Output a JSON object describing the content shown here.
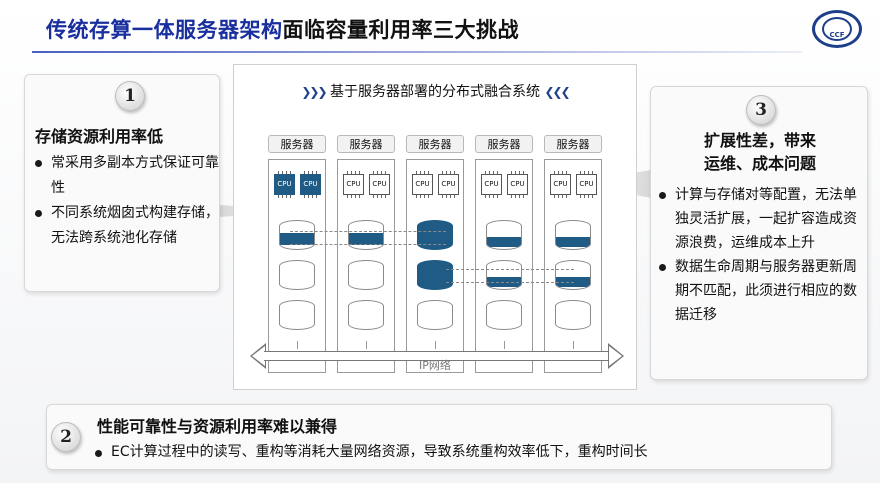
{
  "title": {
    "highlight": "传统存算一体服务器架构",
    "rest": "面临容量利用率三大挑战"
  },
  "logo": {
    "text": "CCF"
  },
  "diagram": {
    "title": "基于服务器部署的分布式融合系统",
    "server_label": "服务器",
    "cpu_label": "CPU",
    "network_label": "IP网络"
  },
  "box1": {
    "number": "1",
    "title": "存储资源利用率低",
    "bullets": [
      "常采用多副本方式保证可靠性",
      "不同系统烟囱式构建存储，无法跨系统池化存储"
    ]
  },
  "box2": {
    "number": "2",
    "title": "性能可靠性与资源利用率难以兼得",
    "bullets": [
      "EC计算过程中的读写、重构等消耗大量网络资源，导致系统重构效率低下，重构时间长"
    ]
  },
  "box3": {
    "number": "3",
    "title_line1": "扩展性差，带来",
    "title_line2": "运维、成本问题",
    "bullets": [
      "计算与存储对等配置，无法单独灵活扩展，一起扩容造成资源浪费，运维成本上升",
      "数据生命周期与服务器更新周期不匹配，此须进行相应的数据迁移"
    ]
  },
  "colors": {
    "title_blue": "#1a2f9e",
    "disk_blue": "#1f5b85",
    "logo_blue": "#1d3f8a"
  }
}
